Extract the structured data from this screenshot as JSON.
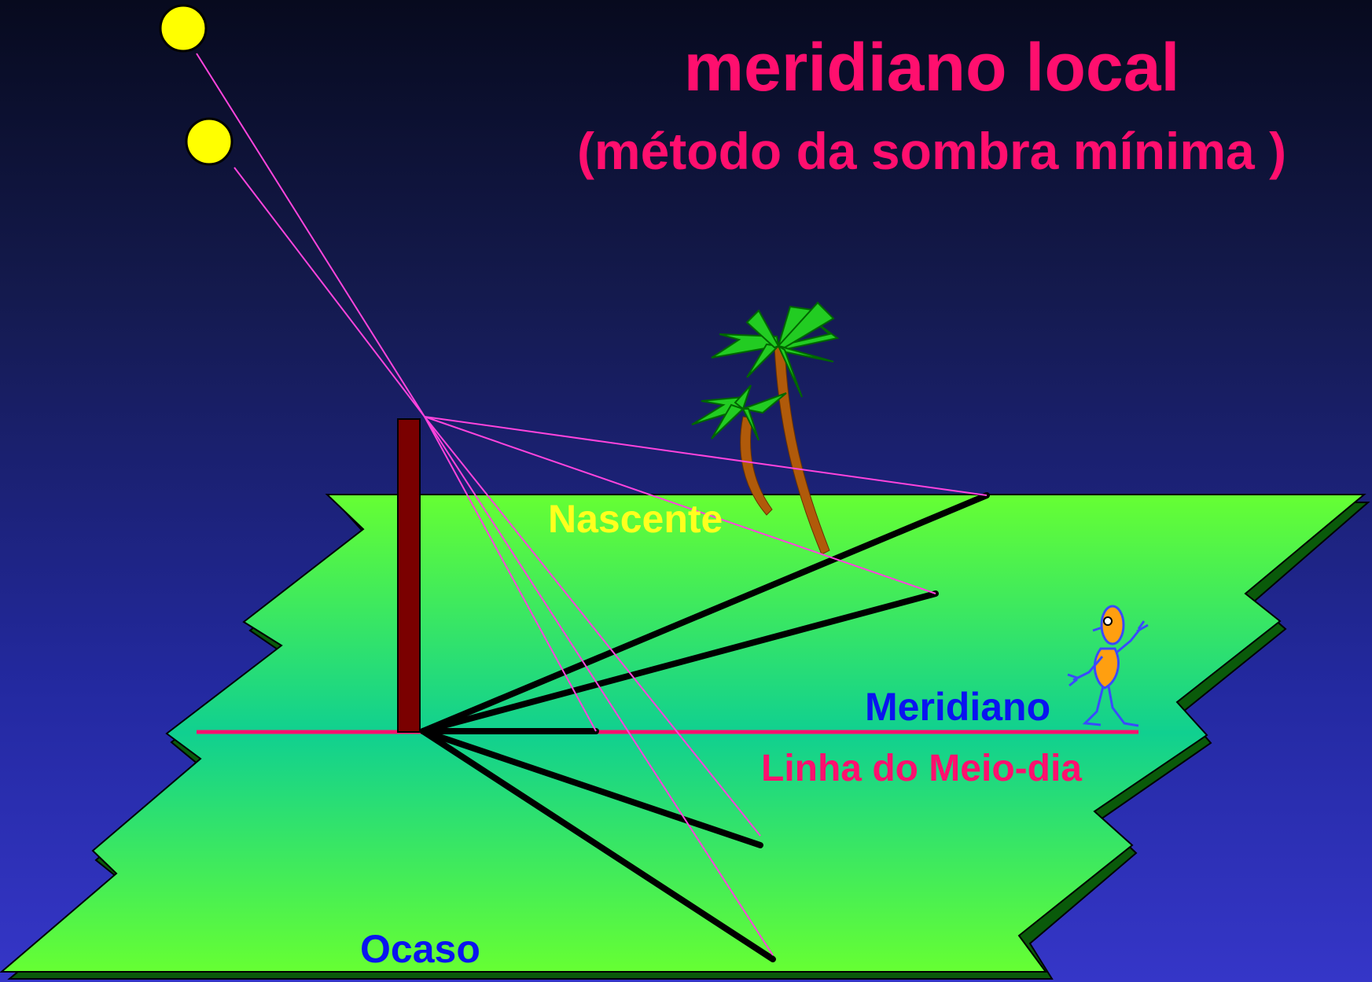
{
  "title": {
    "main": "meridiano local",
    "subtitle": "(método da sombra mínima )"
  },
  "labels": {
    "nascente": "Nascente",
    "meridiano": "Meridiano",
    "meio_dia": "Linha do Meio-dia",
    "ocaso": "Ocaso"
  },
  "colors": {
    "title": "#ff0f6e",
    "sun": "#ffff00",
    "ground_light": "#66ff33",
    "ground_mid": "#10d090",
    "ground_shadow": "#0a5a0a",
    "pole": "#7a0000",
    "shadow_line": "#000000",
    "sun_ray": "#ff44dd",
    "meridian_line": "#ff0f6e"
  },
  "icons": [
    "sun-icon",
    "palm-tree-icon",
    "gnomon-pole",
    "cartoon-figure-icon"
  ]
}
